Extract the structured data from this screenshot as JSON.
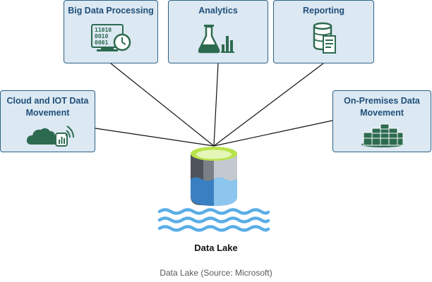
{
  "boxes": {
    "big_data": {
      "label": "Big Data Processing",
      "icon": "binary-clock-icon"
    },
    "analytics": {
      "label": "Analytics",
      "icon": "flask-chart-icon"
    },
    "reporting": {
      "label": "Reporting",
      "icon": "database-report-icon"
    },
    "cloud": {
      "label": "Cloud and IOT Data Movement",
      "icon": "cloud-signal-icon"
    },
    "onprem": {
      "label": "On-Premises Data Movement",
      "icon": "server-stack-icon"
    }
  },
  "center": {
    "title": "Data Lake",
    "icon": "data-lake-icon"
  },
  "caption": "Data Lake (Source: Microsoft)",
  "colors": {
    "box_fill": "#dce8f2",
    "box_border": "#2e6186",
    "box_text": "#1f4f7a",
    "icon_green": "#2d6b50",
    "water_blue": "#5aaee6",
    "lake_lid": "#b8e34a"
  }
}
